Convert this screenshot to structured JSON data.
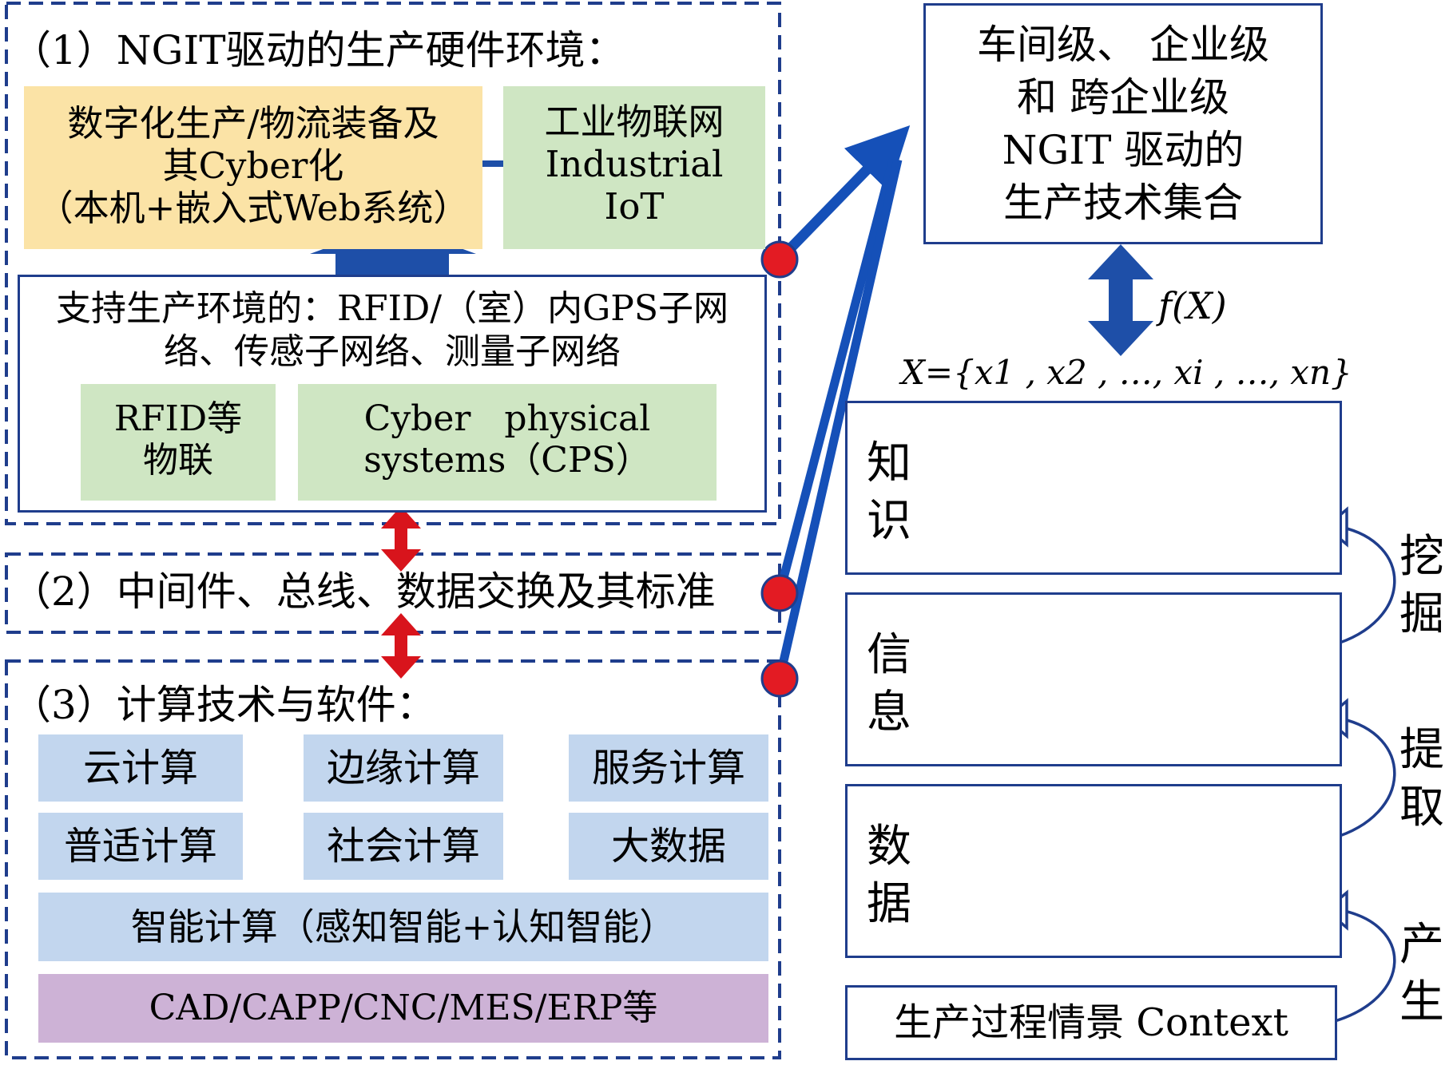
{
  "section1": {
    "title": "（1）NGIT驱动的生产硬件环境：",
    "box_equipment": [
      "数字化生产/物流装备及",
      "其Cyber化",
      "（本机+嵌入式Web系统）"
    ],
    "box_iot": [
      "工业物联网",
      "Industrial",
      "IoT"
    ],
    "box_support": [
      "支持生产环境的：RFID/（室）内GPS子网",
      "络、传感子网络、测量子网络"
    ],
    "box_rfid": [
      "RFID等",
      "物联"
    ],
    "box_cps": [
      "Cyber   physical",
      "systems（CPS）"
    ]
  },
  "section2": {
    "title": "（2）中间件、总线、数据交换及其标准"
  },
  "section3": {
    "title": "（3）计算技术与软件：",
    "items": [
      "云计算",
      "边缘计算",
      "服务计算",
      "普适计算",
      "社会计算",
      "大数据"
    ],
    "intelligent": "智能计算（感知智能+认知智能）",
    "software": "CAD/CAPP/CNC/MES/ERP等"
  },
  "right": {
    "top_box": [
      "车间级、 企业级",
      "和 跨企业级",
      "NGIT 驱动的",
      "生产技术集合"
    ],
    "fx": "f(X)",
    "set_expr": "X={x1 , x2 , …, xi , …, xn}",
    "layers": [
      {
        "label": "知识",
        "dot_color": "#f5a21b"
      },
      {
        "label": "信息",
        "dot_color": "#1c1d8a"
      },
      {
        "label": "数据",
        "dot_color": "#1a3f9e"
      }
    ],
    "context": "生产过程情景 Context",
    "side_labels": [
      "挖掘",
      "提取",
      "产生"
    ]
  },
  "colors": {
    "dashed_border": "#1f3d8c",
    "arrow_blue": "#1550b8",
    "double_arrow_red": "#d8141c",
    "node_red": "#e31b23",
    "equipment_bg": "#fbe3a6",
    "green_bg": "#cfe6c3",
    "blue_bg": "#c2d6ee",
    "purple_bg": "#cdb2d6"
  }
}
